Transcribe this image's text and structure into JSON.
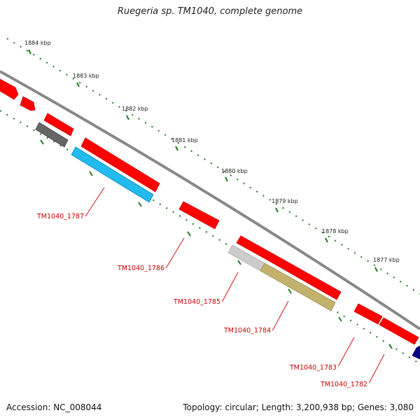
{
  "title": "Ruegeria sp. TM1040, complete genome",
  "ruler_labels": [
    "1884 kbp",
    "1883 kbp",
    "1882 kbp",
    "1881 kbp",
    "1880 kbp",
    "1879 kbp",
    "1878 kbp",
    "1877 kbp"
  ],
  "gene_labels": [
    "TM1040_1787",
    "TM1040_1786",
    "TM1040_1785",
    "TM1040_1784",
    "TM1040_1783",
    "TM1040_1782"
  ],
  "footer": {
    "accession": "Accession: NC_008044",
    "summary": "Topology: circular; Length: 3,200,938 bp; Genes: 3,080"
  },
  "colors": {
    "forward_gene": "#ff0000",
    "highlight_gene": "#22bbee",
    "pseudo_gray": "#cccccc",
    "olive": "#c2b26e",
    "dark_gray": "#666666",
    "navy": "#000088",
    "tick_green": "#1f7a1f",
    "backbone": "#888888",
    "label_red": "#cc0000"
  }
}
